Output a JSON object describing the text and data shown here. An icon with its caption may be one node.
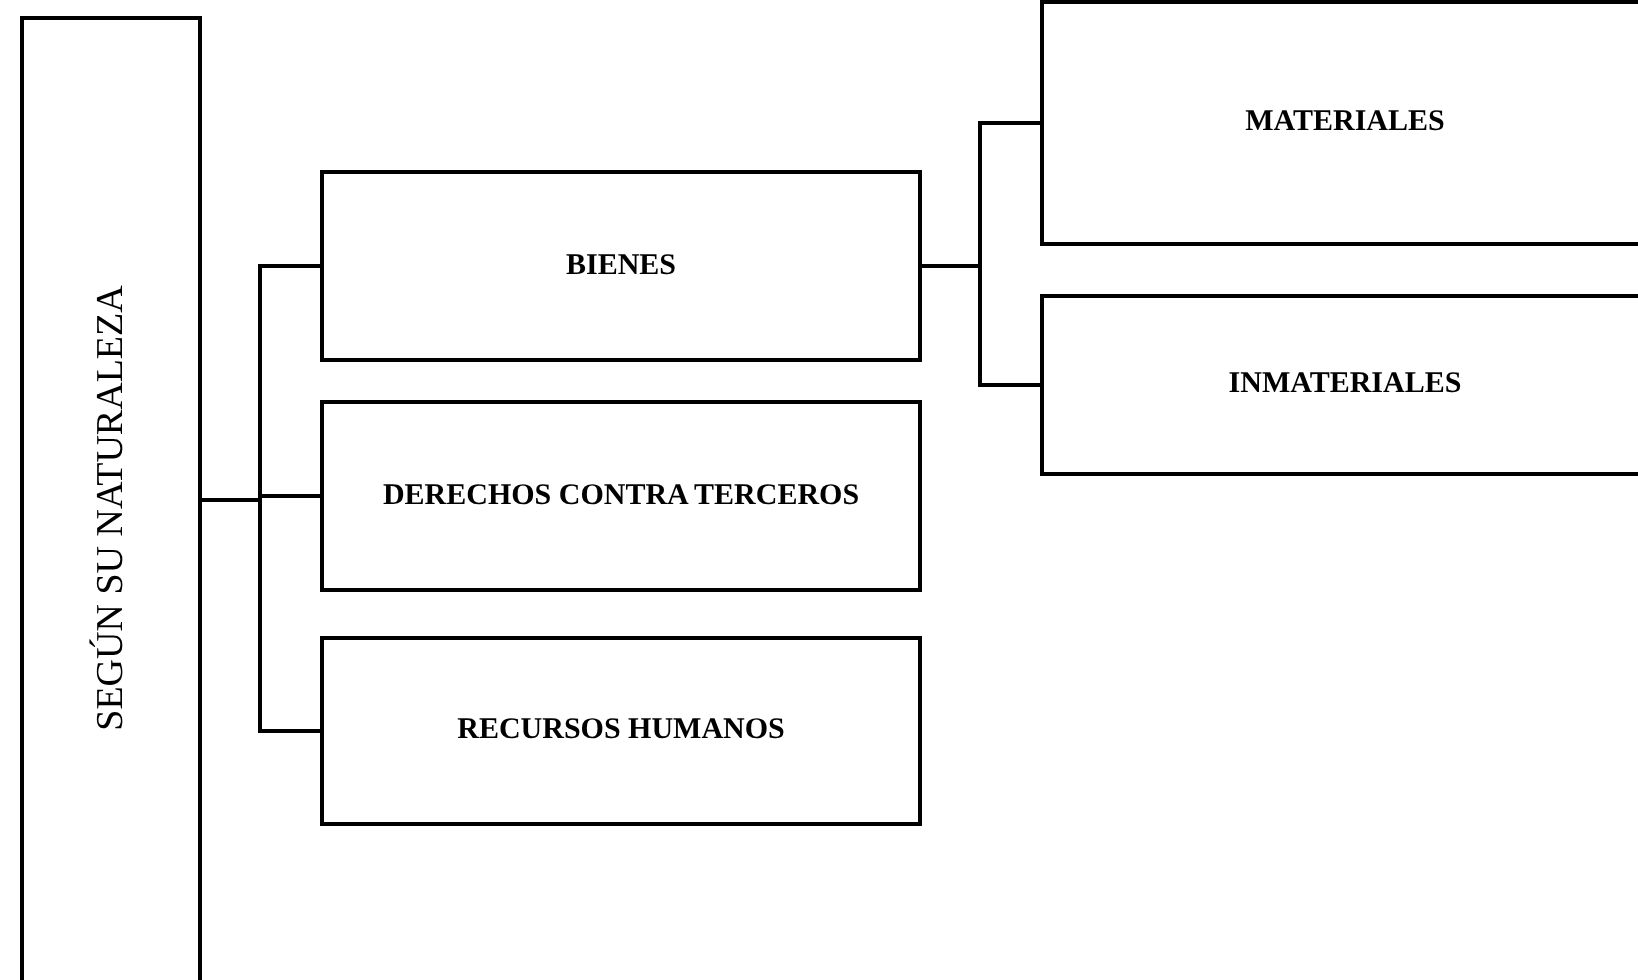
{
  "diagram": {
    "nodes": [
      {
        "text": [
          "SEGÚN SU NATURALEZA"
        ]
      },
      {
        "text": [
          "BIENES"
        ]
      },
      {
        "text": [
          "DERECHOS CONTRA TERCEROS"
        ]
      },
      {
        "text": [
          "RECURSOS HUMANOS"
        ]
      },
      {
        "text": [
          "MATERIALES"
        ]
      },
      {
        "text": [
          "INMATERIALES"
        ]
      }
    ],
    "edges": [
      {
        "from": 0,
        "to": 1,
        "arrow": "none"
      },
      {
        "from": 0,
        "to": 2,
        "arrow": "none"
      },
      {
        "from": 0,
        "to": 3,
        "arrow": "none"
      },
      {
        "from": 1,
        "to": 4,
        "arrow": "none"
      },
      {
        "from": 1,
        "to": 5,
        "arrow": "none"
      }
    ]
  }
}
